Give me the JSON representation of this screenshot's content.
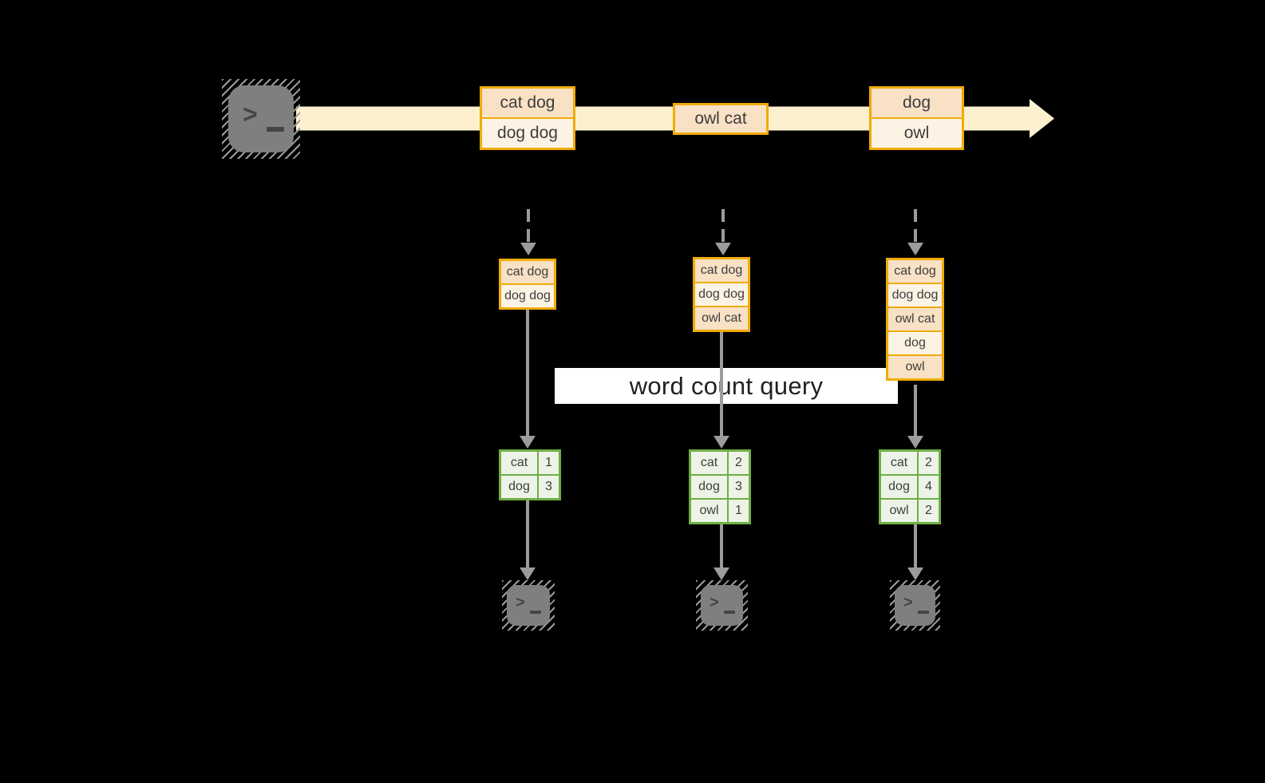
{
  "palette": {
    "bg": "#000000",
    "gold": "#f0ab07",
    "peach": "#f8e1c5",
    "cream": "#fdf3e4",
    "streamFill": "#fcf0cf",
    "green": "#6fae44",
    "greenCell": "#edf3e7",
    "grayArrow": "#9c9c9c",
    "termFill": "#7f7f7f",
    "termGlyph": "#454545",
    "textDark": "#3d3d3d",
    "bandBg": "#ffffff",
    "bandText": "#212121"
  },
  "icons": {
    "prompt_glyph": ">"
  },
  "query_label": "word count query",
  "stream": {
    "batches": [
      {
        "rows": [
          {
            "text": "cat dog"
          },
          {
            "text": "dog dog"
          }
        ]
      },
      {
        "rows": [
          {
            "text": "owl cat"
          }
        ]
      },
      {
        "rows": [
          {
            "text": "dog"
          },
          {
            "text": "owl"
          }
        ]
      }
    ]
  },
  "columns": [
    {
      "window": [
        {
          "text": "cat dog"
        },
        {
          "text": "dog dog"
        }
      ],
      "counts": [
        {
          "word": "cat",
          "count": "1"
        },
        {
          "word": "dog",
          "count": "3"
        }
      ]
    },
    {
      "window": [
        {
          "text": "cat dog"
        },
        {
          "text": "dog dog"
        },
        {
          "text": "owl cat"
        }
      ],
      "counts": [
        {
          "word": "cat",
          "count": "2"
        },
        {
          "word": "dog",
          "count": "3"
        },
        {
          "word": "owl",
          "count": "1"
        }
      ]
    },
    {
      "window": [
        {
          "text": "cat dog"
        },
        {
          "text": "dog dog"
        },
        {
          "text": "owl cat"
        },
        {
          "text": "dog"
        },
        {
          "text": "owl"
        }
      ],
      "counts": [
        {
          "word": "cat",
          "count": "2"
        },
        {
          "word": "dog",
          "count": "4"
        },
        {
          "word": "owl",
          "count": "2"
        }
      ]
    }
  ]
}
